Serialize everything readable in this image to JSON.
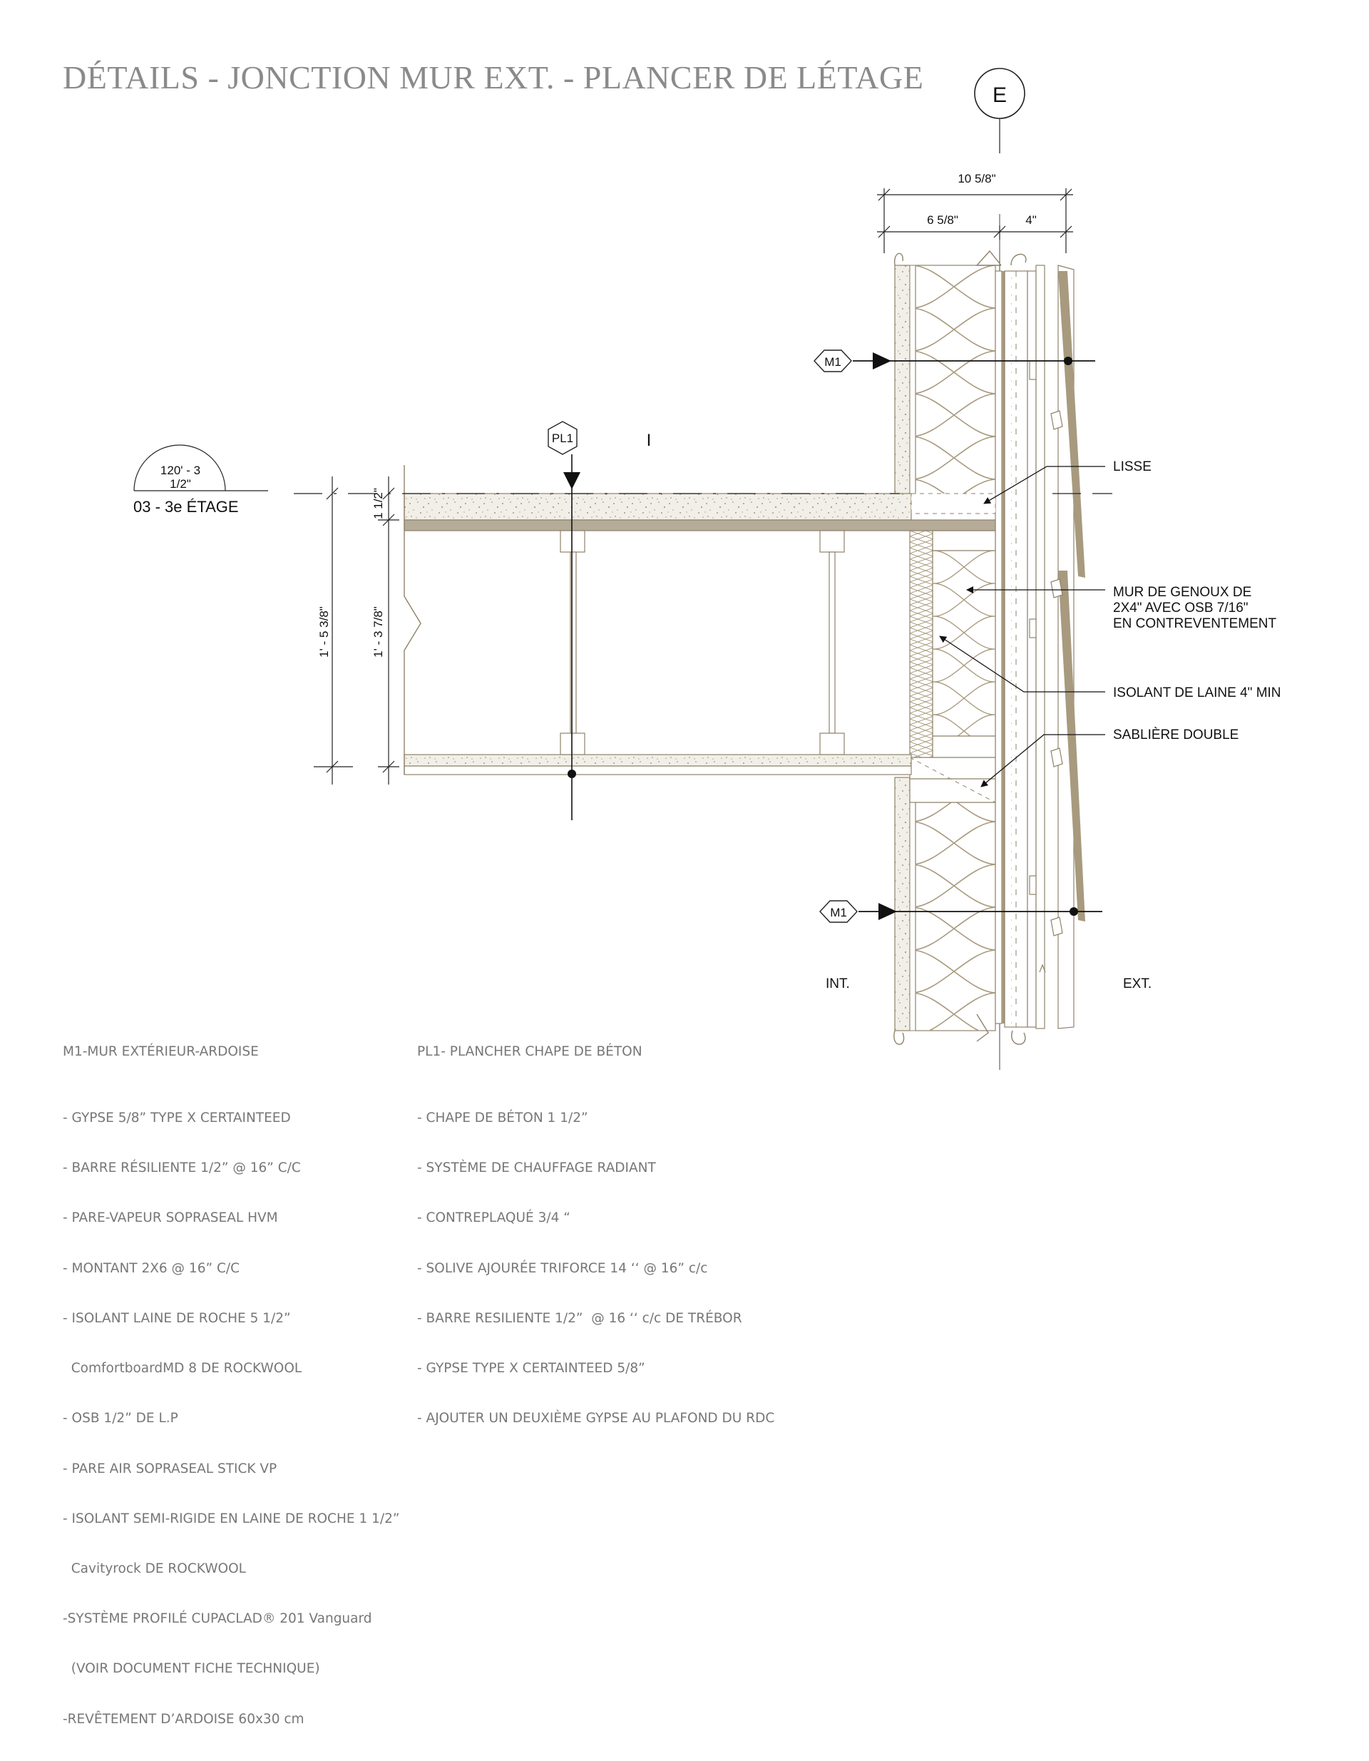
{
  "title": "DÉTAILS - JONCTION MUR EXT. - PLANCER DE LÉTAGE",
  "grid_tag": "E",
  "dimensions": {
    "total_width": "10 5/8\"",
    "inner_width": "6 5/8\"",
    "outer_width": "4\"",
    "level_height": "1' - 5 3/8\"",
    "joist_depth": "1' - 3 7/8\"",
    "topping": "1 1/2\""
  },
  "level": {
    "elevation_line1": "120' - 3",
    "elevation_line2": "1/2\"",
    "name": "03 - 3e ÉTAGE"
  },
  "tags": {
    "wall_top": "M1",
    "wall_bottom": "M1",
    "floor": "PL1"
  },
  "side_labels": {
    "interior": "INT.",
    "exterior": "EXT."
  },
  "callouts": {
    "lisse": "LISSE",
    "knee_wall_1": "MUR DE GENOUX DE",
    "knee_wall_2": "2X4\" AVEC OSB 7/16\"",
    "knee_wall_3": "EN CONTREVENTEMENT",
    "insulation": "ISOLANT DE LAINE 4\" MIN",
    "double_plate": "SABLIÈRE DOUBLE"
  },
  "mark": "I",
  "notes_m1": {
    "heading": "M1-MUR EXTÉRIEUR-ARDOISE",
    "items": [
      "- GYPSE 5/8” TYPE X CERTAINTEED",
      "- BARRE RÉSILIENTE 1/2” @ 16” C/C",
      "- PARE-VAPEUR SOPRASEAL HVM",
      "- MONTANT 2X6 @ 16” C/C",
      "- ISOLANT LAINE DE ROCHE 5 1/2”",
      "  ComfortboardMD 8 DE ROCKWOOL",
      "- OSB 1/2” DE L.P",
      "- PARE AIR SOPRASEAL STICK VP",
      "- ISOLANT SEMI-RIGIDE EN LAINE DE ROCHE 1 1/2”",
      "  Cavityrock DE ROCKWOOL",
      "-SYSTÈME PROFILÉ CUPACLAD® 201 Vanguard",
      "  (VOIR DOCUMENT FICHE TECHNIQUE)",
      "-REVÊTEMENT D’ARDOISE 60x30 cm"
    ]
  },
  "notes_pl1": {
    "heading": "PL1- PLANCHER CHAPE DE BÉTON",
    "items": [
      "- CHAPE DE BÉTON 1 1/2”",
      "- SYSTÈME DE CHAUFFAGE RADIANT",
      "- CONTREPLAQUÉ 3/4 “",
      "- SOLIVE AJOURÉE TRIFORCE 14 ‘‘ @ 16” c/c",
      "- BARRE RESILIENTE 1/2”  @ 16 ‘‘ c/c DE TRÉBOR",
      "- GYPSE TYPE X CERTAINTEED 5/8”",
      "- AJOUTER UN DEUXIÈME GYPSE AU PLAFOND DU RDC"
    ]
  },
  "colors": {
    "material": "#a89a7e",
    "stroke": "#8f826a",
    "text": "#777777",
    "ink": "#111111"
  }
}
